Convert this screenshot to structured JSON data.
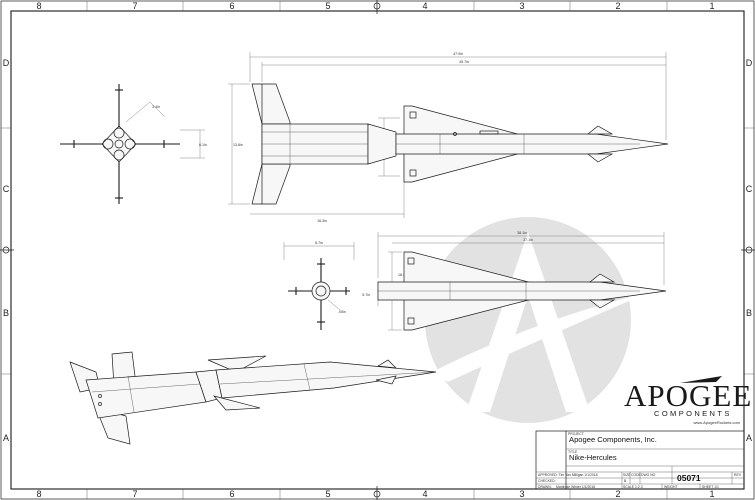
{
  "sheet": {
    "columns": [
      "8",
      "7",
      "6",
      "5",
      "4",
      "3",
      "2",
      "1"
    ],
    "rows": [
      "D",
      "C",
      "B",
      "A"
    ]
  },
  "dimensions": {
    "top_overall": "47.9in",
    "top_second": "45.7in",
    "top_left_height": "13.8in",
    "top_lower_left": "16.3in",
    "front_top_diag": "3.4in",
    "front_top_side": "6.1in",
    "mid_overall": "38.1in",
    "mid_second": "37.1in",
    "mid_left": "5.7in",
    "mid_side_height": "18.1in",
    "mid_front_width": "6.7in",
    "mid_front_diag": ".05in"
  },
  "logo": {
    "name": "APOGEE",
    "sub": "COMPONENTS",
    "url": "www.ApogeeRockets.com"
  },
  "title_block": {
    "project_label": "PROJECT",
    "company": "Apogee Components, Inc.",
    "title_label": "TITLE",
    "title": "Nike-Hercules",
    "approved_label": "APPROVED: Tim Van Milligan 1/1/2018",
    "checked_label": "CHECKED:",
    "drawn_label": "DRAWN:",
    "drawn_value": "Martin de Winter 1/1/2018",
    "size_label": "SIZE",
    "size_value": "B",
    "code_label": "CODE",
    "dwg_label": "DWG NO",
    "drawing_number": "05071",
    "rev_label": "REV",
    "scale_label": "SCALE 1:2.3",
    "weight_label": "WEIGHT",
    "sheet_label": "SHEET 1/1"
  },
  "colors": {
    "line": "#1a1a1a",
    "watermark": "#d8d8d8"
  }
}
